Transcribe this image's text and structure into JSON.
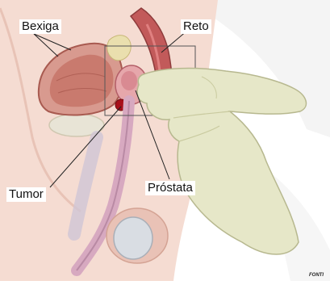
{
  "labels": {
    "bexiga": "Bexiga",
    "reto": "Reto",
    "tumor": "Tumor",
    "prostata": "Próstata"
  },
  "source_text": "FONTI"
}
